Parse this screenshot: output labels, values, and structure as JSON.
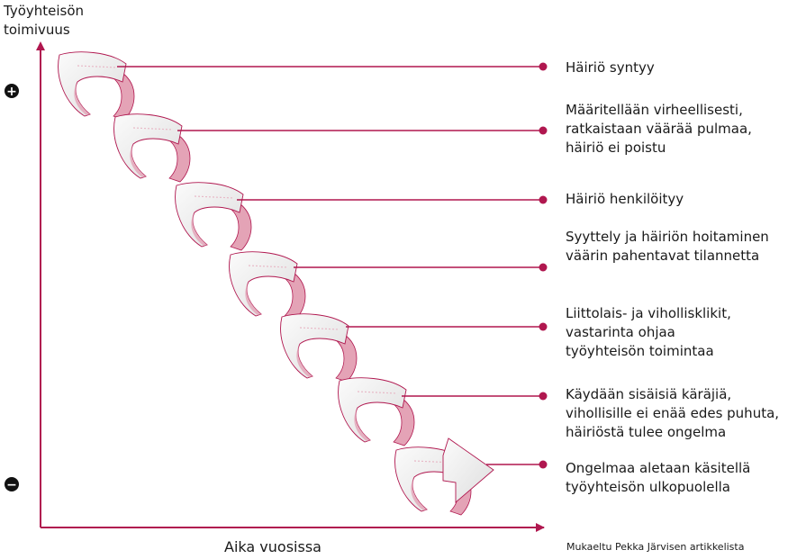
{
  "axes": {
    "y_label_line1": "Työyhteisön",
    "y_label_line2": "toimivuus",
    "x_label": "Aika vuosissa",
    "plus_symbol": "+",
    "minus_symbol": "−"
  },
  "steps": [
    {
      "lines": [
        "Häiriö syntyy"
      ]
    },
    {
      "lines": [
        "Määritellään virheellisesti,",
        "ratkaistaan väärää pulmaa,",
        "häiriö ei poistu"
      ]
    },
    {
      "lines": [
        "Häiriö henkilöityy"
      ]
    },
    {
      "lines": [
        "Syyttely ja häiriön hoitaminen",
        "väärin pahentavat tilannetta"
      ]
    },
    {
      "lines": [
        "Liittolais- ja vihollisklikit,",
        "vastarinta ohjaa",
        "työyhteisön toimintaa"
      ]
    },
    {
      "lines": [
        "Käydään sisäisiä käräjiä,",
        "vihollisille ei enää edes puhuta,",
        "häiriöstä tulee ongelma"
      ]
    },
    {
      "lines": [
        "Ongelmaa aletaan käsitellä",
        "työyhteisön ulkopuolella"
      ]
    }
  ],
  "credit": "Mukaeltu Pekka Järvisen artikkelista",
  "colors": {
    "accent": "#b0174f",
    "ribbon_front": "#f2f2f2",
    "ribbon_back": "#e4a3b6",
    "ribbon_edge": "#b0174f",
    "text": "#1a1a1a"
  }
}
